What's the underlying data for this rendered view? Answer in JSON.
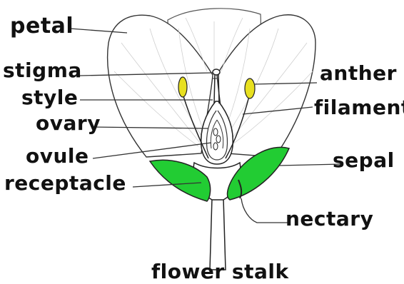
{
  "labels": {
    "petal": "petal",
    "stigma": "stigma",
    "style": "style",
    "ovary": "ovary",
    "ovule": "ovule",
    "receptacle": "receptacle",
    "anther": "anther",
    "filament": "filament",
    "sepal": "sepal",
    "nectary": "nectary",
    "flower_stalk": "flower stalk"
  },
  "colors": {
    "sepal": "#22cc33",
    "anther": "#e8e020",
    "outline": "#222222",
    "petal_fill": "#ffffff",
    "petal_veins": "#c8c8c8"
  }
}
